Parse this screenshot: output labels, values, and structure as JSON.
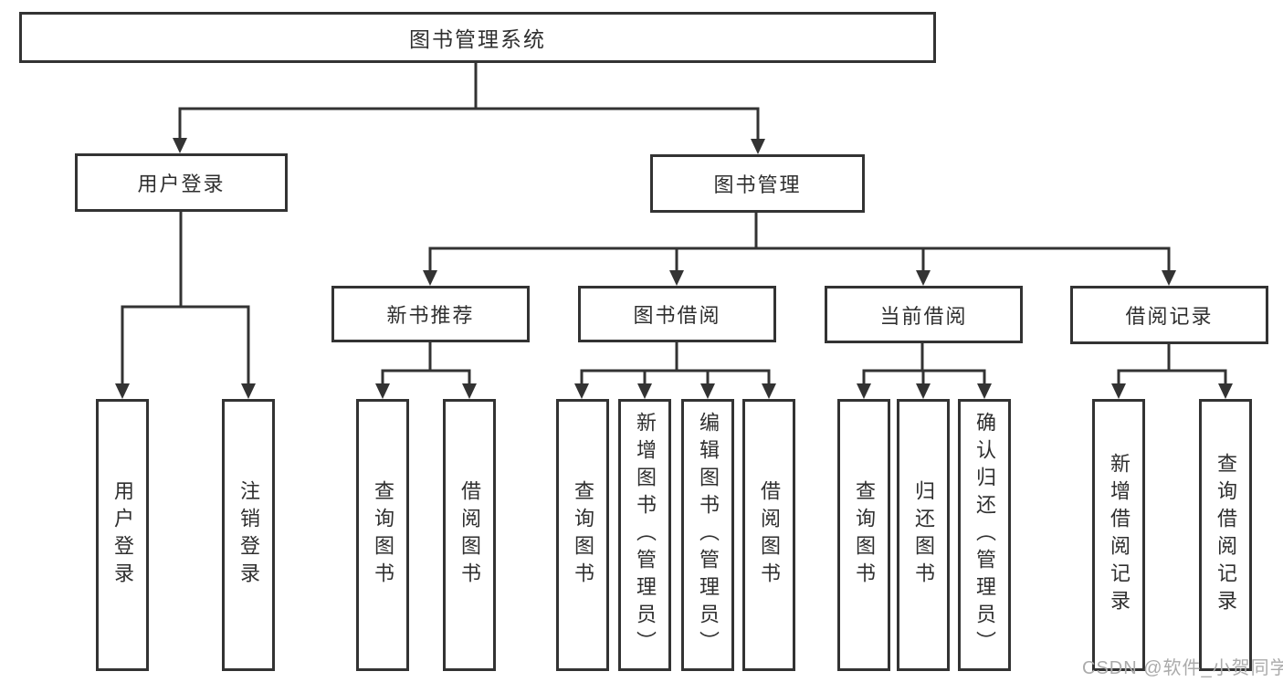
{
  "diagram": {
    "root": {
      "label": "图书管理系统"
    },
    "branches": [
      {
        "label": "用户登录",
        "children": [
          "用户登录",
          "注销登录"
        ]
      },
      {
        "label": "图书管理",
        "children": [
          {
            "label": "新书推荐",
            "children": [
              "查询图书",
              "借阅图书"
            ]
          },
          {
            "label": "图书借阅",
            "children": [
              "查询图书",
              "新增图书（管理员）",
              "编辑图书（管理员）",
              "借阅图书"
            ]
          },
          {
            "label": "当前借阅",
            "children": [
              "查询图书",
              "归还图书",
              "确认归还（管理员）"
            ]
          },
          {
            "label": "借阅记录",
            "children": [
              "新增借阅记录",
              "查询借阅记录"
            ]
          }
        ]
      }
    ]
  },
  "watermark": "CSDN @软件_小贺同学",
  "colors": {
    "line": "#333333",
    "box_border": "#333333",
    "box_fill": "#ffffff",
    "text": "#2f2f2f",
    "watermark": "#ababab",
    "background": "#ffffff"
  }
}
